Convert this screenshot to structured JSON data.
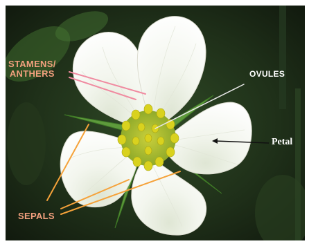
{
  "labels": {
    "stamens_line1": "STAMENS/",
    "stamens_line2": "ANTHERS",
    "ovules": "OVULES",
    "petal": "Petal",
    "sepals": "SEPALS"
  },
  "colors": {
    "stamens_label": "#f2a07e",
    "sepals_label": "#f2a07e",
    "ovules_label": "#ffffff",
    "petal_label": "#ffffff",
    "stamen_pointer": "#f08aa0",
    "sepal_pointer": "#f5a23a",
    "ovule_pointer": "#e8e8e8",
    "petal_pointer": "#111111",
    "petal_fill": "#f3f6ee",
    "sepal_fill": "#5e9a3c",
    "anther_fill": "#d9d21e",
    "background": "#1d2a18"
  }
}
